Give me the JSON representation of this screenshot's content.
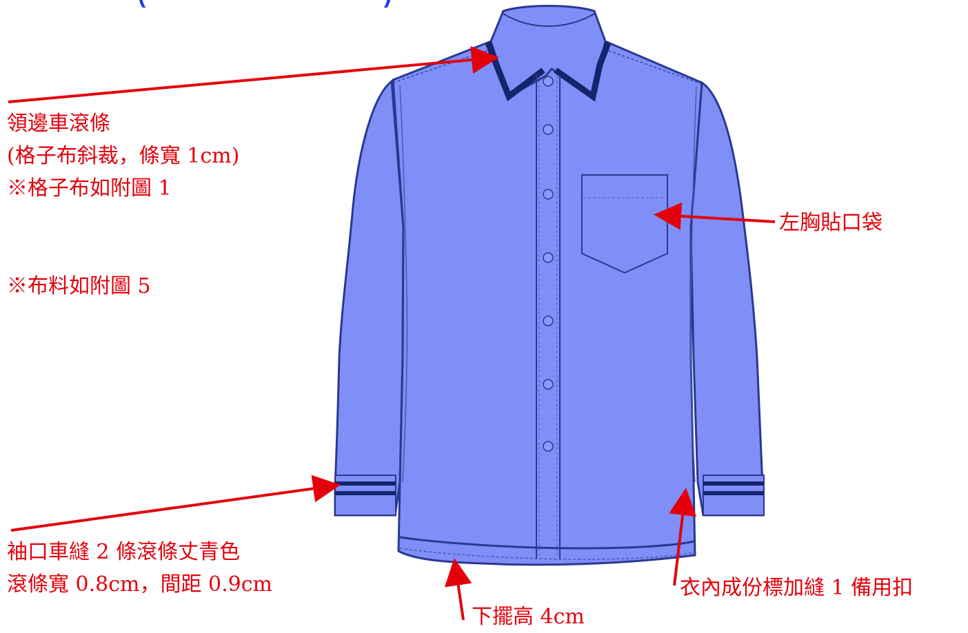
{
  "header": {
    "partial_title": "(                              )"
  },
  "colors": {
    "shirt": "#7f8ff7",
    "shirt_shade": "#6f7fe8",
    "outline": "#2a3890",
    "piping": "#16246e",
    "annotation": "#e3000b",
    "header": "#1a3df0"
  },
  "annotations": {
    "collar": {
      "lines": [
        "領邊車滾條",
        "(格子布斜裁，條寬 1cm)",
        "※格子布如附圖 1"
      ]
    },
    "fabric": {
      "text": "※布料如附圖 5"
    },
    "pocket": {
      "text": "左胸貼口袋"
    },
    "cuff": {
      "lines": [
        "袖口車縫 2 條滾條丈青色",
        "滾條寬 0.8cm，間距 0.9cm"
      ]
    },
    "hem": {
      "text": "下擺高 4cm"
    },
    "label": {
      "text": "衣內成份標加縫 1 備用扣"
    }
  }
}
